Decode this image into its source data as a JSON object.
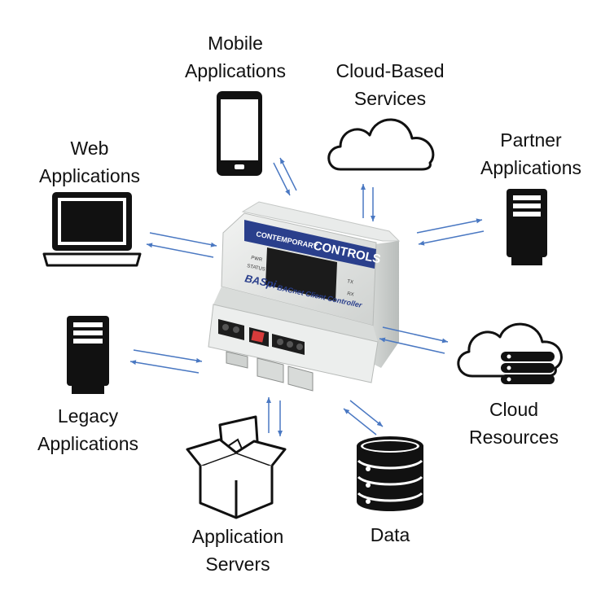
{
  "nodes": {
    "mobile": {
      "line1": "Mobile",
      "line2": "Applications"
    },
    "cloud_services": {
      "line1": "Cloud-Based",
      "line2": "Services"
    },
    "web": {
      "line1": "Web",
      "line2": "Applications"
    },
    "partner": {
      "line1": "Partner",
      "line2": "Applications"
    },
    "legacy": {
      "line1": "Legacy",
      "line2": "Applications"
    },
    "cloud_resources": {
      "line1": "Cloud",
      "line2": "Resources"
    },
    "app_servers": {
      "line1": "Application",
      "line2": "Servers"
    },
    "data": {
      "line1": "Data"
    }
  },
  "device": {
    "brand_line1": "CONTEMPORARY",
    "brand_line2": "CONTROLS",
    "model": "BASpi",
    "product": "BACnet Client Controller",
    "led_pwr": "PWR",
    "led_status": "STATUS",
    "led_tx": "TX",
    "led_rx": "RX"
  },
  "colors": {
    "arrow": "#4a78c2",
    "icon": "#111111",
    "brand_band": "#2a3f8c",
    "device_body": "#e4e6e5"
  }
}
